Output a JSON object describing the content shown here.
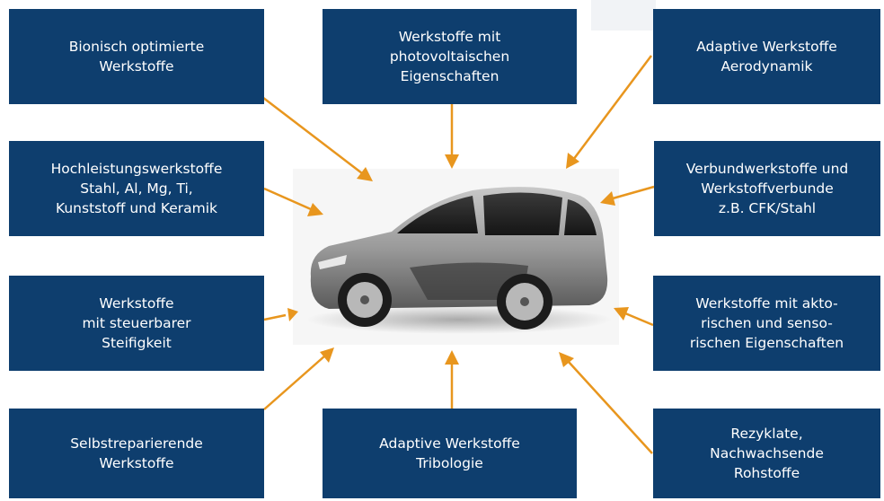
{
  "colors": {
    "box": "#0e3e6e",
    "box_text": "#ffffff",
    "arrow": "#e8961e"
  },
  "center": {
    "image": "car-illustration"
  },
  "boxes": [
    {
      "text": "Bionisch optimierte\nWerkstoffe"
    },
    {
      "text": "Werkstoffe mit\nphotovoltaischen\nEigenschaften"
    },
    {
      "text": "Adaptive Werkstoffe\nAerodynamik"
    },
    {
      "text": "Hochleistungswerkstoffe\nStahl, Al, Mg, Ti,\nKunststoff und Keramik"
    },
    {
      "text": "Verbundwerkstoffe und\nWerkstoffverbunde\nz.B. CFK/Stahl"
    },
    {
      "text": "Werkstoffe\nmit steuerbarer\nSteifigkeit"
    },
    {
      "text": "Werkstoffe mit akto-\nrischen und senso-\nrischen Eigenschaften"
    },
    {
      "text": "Selbstreparierende\nWerkstoffe"
    },
    {
      "text": "Adaptive Werkstoffe\nTribologie"
    },
    {
      "text": "Rezyklate,\nNachwachsende\nRohstoffe"
    }
  ]
}
